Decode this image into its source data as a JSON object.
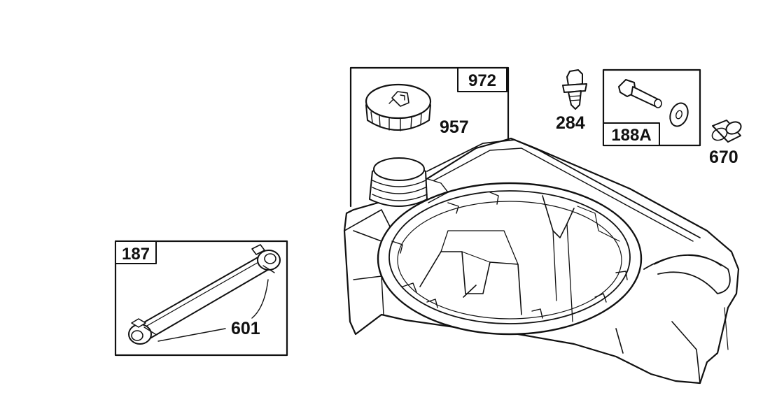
{
  "kits": {
    "cap_kit": {
      "id": "972"
    },
    "bolt_kit": {
      "id": "188A"
    },
    "line_kit": {
      "id": "187"
    }
  },
  "parts": {
    "fuel_cap": "957",
    "fitting": "284",
    "bushing": "670",
    "fuel_line": "601"
  },
  "colors": {
    "ink": "#111111",
    "paper": "#ffffff"
  }
}
